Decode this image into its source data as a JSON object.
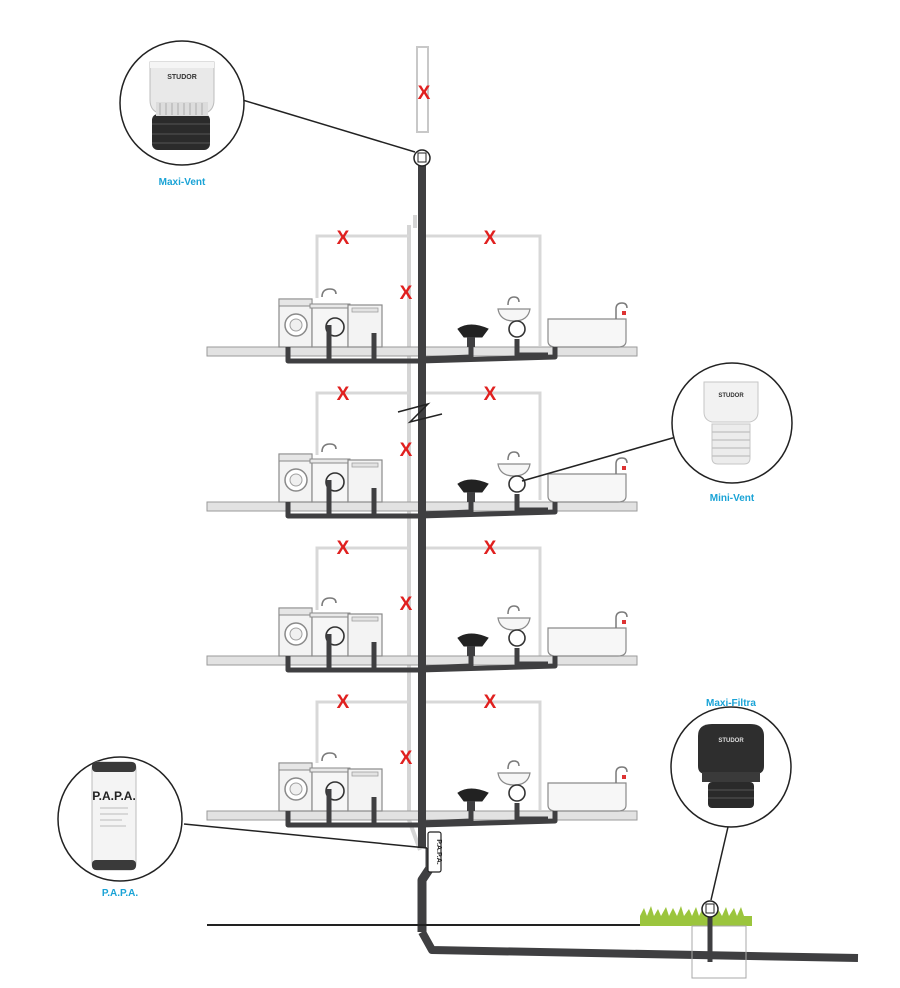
{
  "colors": {
    "accent": "#1aa3d6",
    "pipe_dark": "#3f3f41",
    "pipe_light": "#d2d2d2",
    "floor_slab": "#dcdcdc",
    "cross_red": "#e0201f",
    "grass": "#9bc53d"
  },
  "products": {
    "maxi_vent": {
      "label": "Maxi-Vent",
      "brand": "STUDOR",
      "icon": "maxi-vent-valve-icon"
    },
    "mini_vent": {
      "label": "Mini-Vent",
      "brand": "STUDOR",
      "icon": "mini-vent-valve-icon"
    },
    "maxi_filtra": {
      "label": "Maxi-Filtra",
      "brand": "STUDOR",
      "icon": "maxi-filtra-valve-icon"
    },
    "papa": {
      "label": "P.A.P.A.",
      "device_text": "P.A.P.A.",
      "icon": "papa-attenuator-icon"
    }
  },
  "diagram": {
    "floors": 4,
    "fixtures_per_floor": [
      "washing-machine",
      "sink",
      "dishwasher",
      "toilet",
      "washbasin",
      "bathtub"
    ],
    "removed_vent_marker": "X"
  }
}
